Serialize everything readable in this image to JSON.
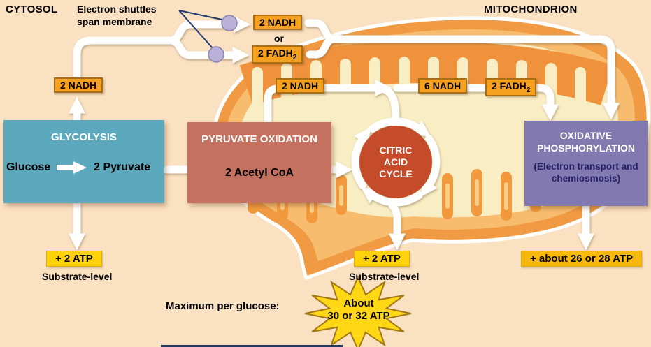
{
  "regions": {
    "cytosol": "CYTOSOL",
    "mitochondrion": "MITOCHONDRION"
  },
  "shuttle": {
    "note": "Electron shuttles\nspan membrane",
    "nadh": "2 NADH",
    "or": "or",
    "fadh_text": "2 FADH",
    "fadh_sub": "2"
  },
  "glycolysis": {
    "title": "GLYCOLYSIS",
    "input": "Glucose",
    "output": "2 Pyruvate",
    "nadh": "2 NADH",
    "atp": "+ 2 ATP",
    "atp_note": "Substrate-level"
  },
  "pyruvate_oxidation": {
    "title": "PYRUVATE OXIDATION",
    "product": "2 Acetyl CoA",
    "nadh": "2 NADH"
  },
  "citric_acid_cycle": {
    "title": "CITRIC ACID CYCLE",
    "nadh": "6 NADH",
    "fadh_text": "2 FADH",
    "fadh_sub": "2",
    "atp": "+ 2 ATP",
    "atp_note": "Substrate-level"
  },
  "oxidative_phosphorylation": {
    "title": "OXIDATIVE PHOSPHORYLATION",
    "subtitle": "(Electron transport and chemiosmosis)",
    "atp": "+ about 26 or 28 ATP"
  },
  "summary": {
    "label": "Maximum per glucose:",
    "burst_line1": "About",
    "burst_line2": "30 or 32 ATP"
  },
  "colors": {
    "background": "#FAE1C1",
    "glycolysis_box": "#5CA9BD",
    "pyruvate_box": "#C4725F",
    "citric_circle": "#C54C2B",
    "oxphos_box": "#8279B1",
    "nad_tag": "#F5A01F",
    "atp_tag": "#FFD20A",
    "atp_tag_large": "#F6B90B",
    "starburst": "#FFD715",
    "mitochondrion_outer": "#F09A43",
    "matrix": "#F9EDC4",
    "pointer_line": "#1F3A70"
  }
}
